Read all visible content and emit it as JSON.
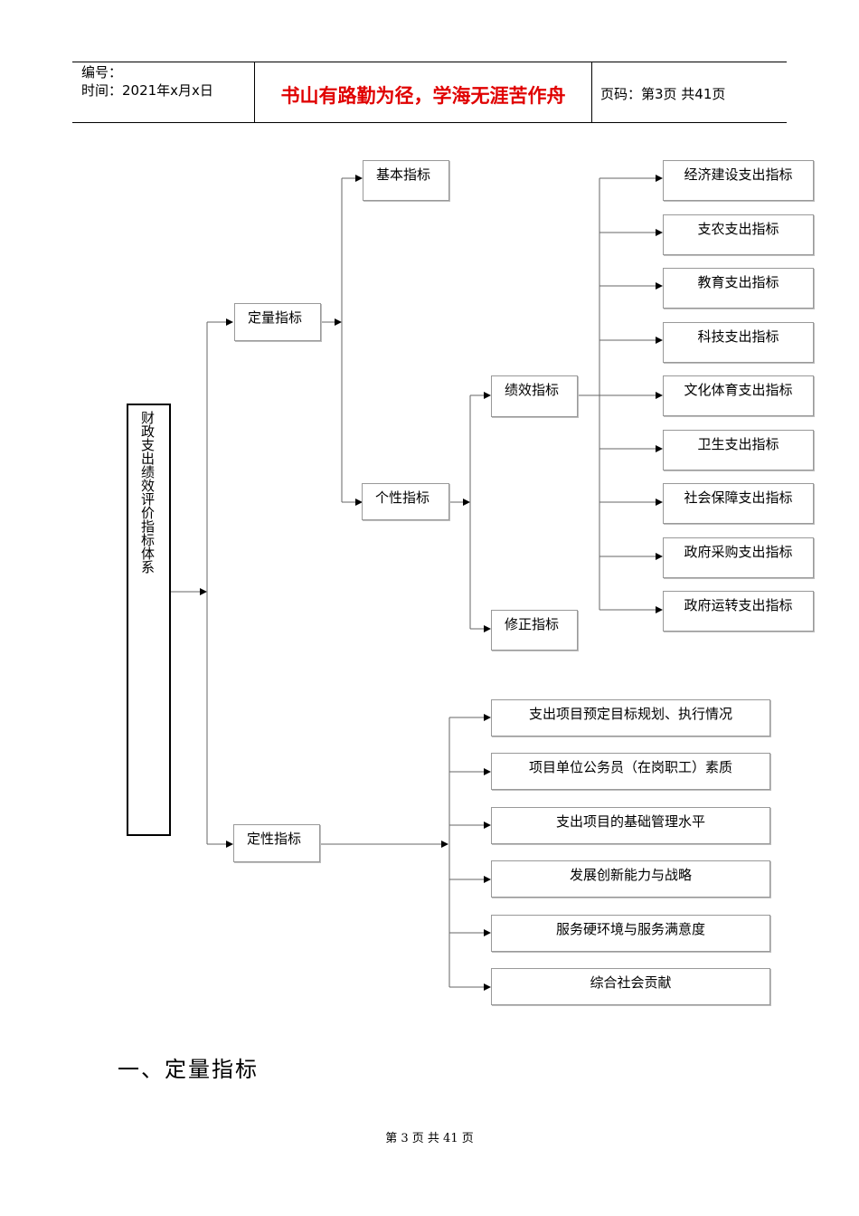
{
  "header": {
    "number_label": "编号：",
    "date_label": "时间：2021年x月x日",
    "slogan": "书山有路勤为径，学海无涯苦作舟",
    "page_label": "页码：第3页  共41页"
  },
  "diagram": {
    "root": "财政支出绩效评价指标体系",
    "quantitative": "定量指标",
    "basic": "基本指标",
    "individual": "个性指标",
    "performance": "绩效指标",
    "correction": "修正指标",
    "performance_items": [
      "经济建设支出指标",
      "支农支出指标",
      "教育支出指标",
      "科技支出指标",
      "文化体育支出指标",
      "卫生支出指标",
      "社会保障支出指标",
      "政府采购支出指标",
      "政府运转支出指标"
    ],
    "qualitative": "定性指标",
    "qualitative_items": [
      "支出项目预定目标规划、执行情况",
      "项目单位公务员（在岗职工）素质",
      "支出项目的基础管理水平",
      "发展创新能力与战略",
      "服务硬环境与服务满意度",
      "综合社会贡献"
    ]
  },
  "section_title": "一、定量指标",
  "footer": "第 3 页 共 41 页"
}
